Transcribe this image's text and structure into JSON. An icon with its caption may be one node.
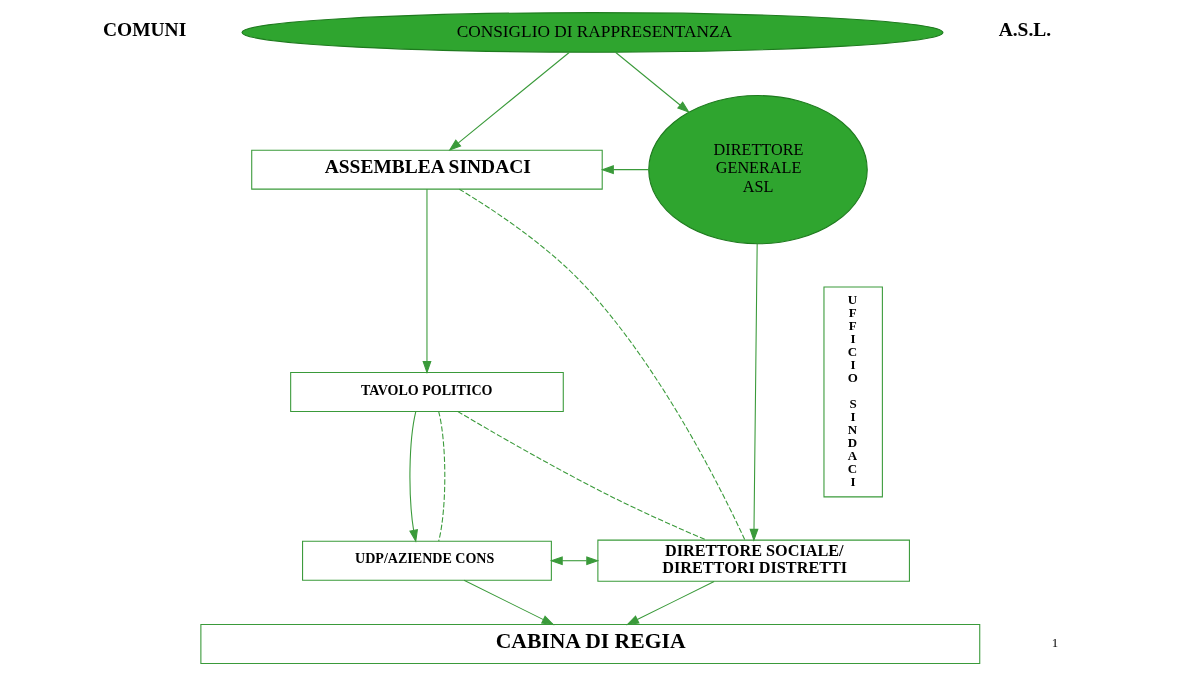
{
  "diagram": {
    "nodes": [
      {
        "text": [
          "CONSIGLIO DI RAPPRESENTANZA"
        ]
      },
      {
        "text": [
          "ASSEMBLEA SINDACI"
        ]
      },
      {
        "text": [
          "DIRETTORE GENERALE ASL"
        ]
      },
      {
        "text": [
          "TAVOLO POLITICO"
        ]
      },
      {
        "text": [
          "UDP/AZIENDE CONS"
        ]
      },
      {
        "text": [
          "DIRETTORE SOCIALE/ DIRETTORI DISTRETTI"
        ]
      },
      {
        "text": [
          "CABINA DI REGIA"
        ]
      },
      {
        "text": [
          "UFFICIO SINDACI"
        ]
      }
    ],
    "edges": [
      {
        "from": 0,
        "to": 1,
        "arrow": "to"
      },
      {
        "from": 0,
        "to": 2,
        "arrow": "to"
      },
      {
        "from": 2,
        "to": 1,
        "arrow": "to"
      },
      {
        "from": 1,
        "to": 3,
        "arrow": "to"
      },
      {
        "from": 3,
        "to": 4,
        "arrow": "to"
      },
      {
        "from": 3,
        "to": 4,
        "arrow": "none",
        "style": "dashed"
      },
      {
        "from": 1,
        "to": 5,
        "arrow": "none",
        "style": "dashed"
      },
      {
        "from": 3,
        "to": 5,
        "arrow": "none",
        "style": "dashed"
      },
      {
        "from": 4,
        "to": 5,
        "arrow": "both"
      },
      {
        "from": 2,
        "to": 5,
        "arrow": "to"
      },
      {
        "from": 4,
        "to": 6,
        "arrow": "to"
      },
      {
        "from": 5,
        "to": 6,
        "arrow": "to"
      }
    ],
    "labels": [
      "COMUNI",
      "A.S.L.",
      "1"
    ]
  }
}
